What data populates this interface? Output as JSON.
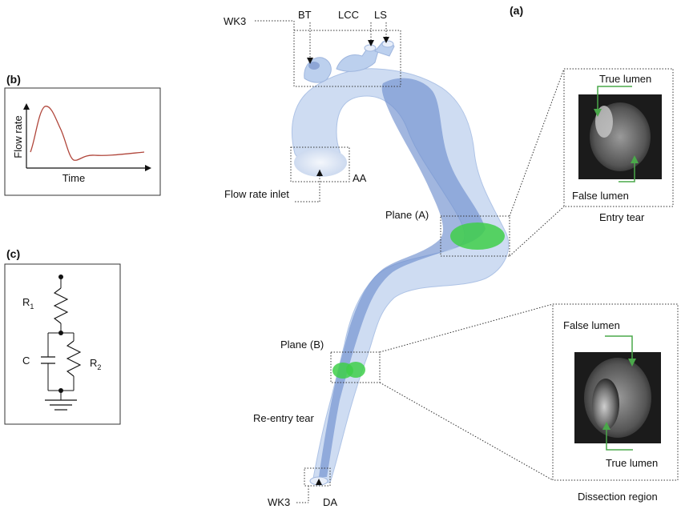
{
  "panel_labels": {
    "a": "(a)",
    "b": "(b)",
    "c": "(c)"
  },
  "chart_b": {
    "ylabel": "Flow rate",
    "xlabel": "Time"
  },
  "circuit_c": {
    "r1": "R",
    "r1_sub": "1",
    "r2": "R",
    "r2_sub": "2",
    "c": "C"
  },
  "aorta_labels": {
    "wk3_top": "WK3",
    "bt": "BT",
    "lcc": "LCC",
    "ls": "LS",
    "aa": "AA",
    "flow_rate_inlet": "Flow rate inlet",
    "plane_a": "Plane (A)",
    "plane_b": "Plane (B)",
    "reentry_tear": "Re-entry tear",
    "wk3_bottom": "WK3",
    "da": "DA"
  },
  "inset_entry": {
    "true_lumen": "True lumen",
    "false_lumen": "False lumen",
    "caption": "Entry tear"
  },
  "inset_dissection": {
    "false_lumen": "False lumen",
    "true_lumen": "True lumen",
    "caption": "Dissection region"
  },
  "colors": {
    "vessel": "#bcd0ee",
    "lumen": "#6f8fce",
    "plane": "#3fcf4a",
    "arrow_green": "#4aa84a",
    "curve": "#b0453a"
  }
}
